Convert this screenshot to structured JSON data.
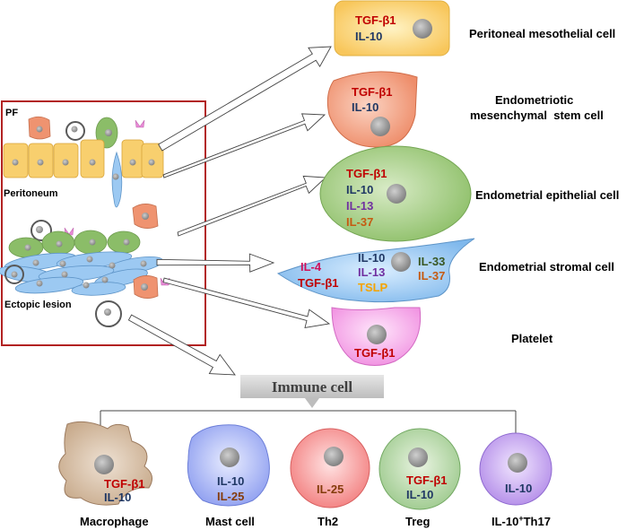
{
  "inset": {
    "pf_label": "PF",
    "peritoneum_label": "Peritoneum",
    "lesion_label": "Ectopic lesion"
  },
  "targets": [
    {
      "name": "Peritoneal mesothelial cell",
      "factors": [
        "TGF-β1",
        "IL-10"
      ]
    },
    {
      "name_line1": "Endometriotic",
      "name_line2": "mesenchymal  stem cell",
      "factors": [
        "TGF-β1",
        "IL-10"
      ]
    },
    {
      "name": "Endometrial epithelial cell",
      "factors": [
        "TGF-β1",
        "IL-10",
        "IL-13",
        "IL-37"
      ]
    },
    {
      "name": "Endometrial stromal cell",
      "factors": [
        "IL-4",
        "TGF-β1",
        "IL-10",
        "IL-13",
        "TSLP",
        "IL-33",
        "IL-37"
      ]
    },
    {
      "name": "Platelet",
      "factors": [
        "TGF-β1"
      ]
    }
  ],
  "immune": {
    "header": "Immune cell",
    "cells": [
      {
        "name": "Macrophage",
        "factors": [
          "TGF-β1",
          "IL-10"
        ]
      },
      {
        "name": "Mast cell",
        "factors": [
          "IL-10",
          "IL-25"
        ]
      },
      {
        "name": "Th2",
        "factors": [
          "IL-25"
        ]
      },
      {
        "name": "Treg",
        "factors": [
          "TGF-β1",
          "IL-10"
        ]
      },
      {
        "name_main": "IL-10",
        "name_sup": "+",
        "name_tail": "Th17",
        "factors": [
          "IL-10"
        ]
      }
    ]
  },
  "colors": {
    "inset_border": "#b22222",
    "tgf": "#c00000",
    "il10": "#203864",
    "il13": "#7030a0",
    "il37": "#c55a11",
    "il4": "#d0105a",
    "tslp": "#f4a300",
    "il33": "#385723",
    "il25": "#843c0c"
  }
}
